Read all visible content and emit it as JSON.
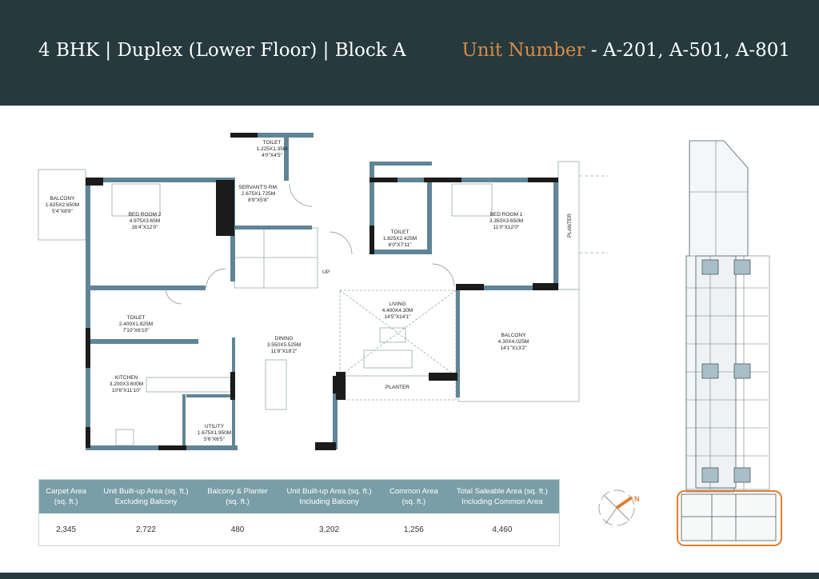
{
  "header": {
    "title": "4 BHK | Duplex (Lower Floor) | Block A",
    "unit_label": "Unit Number",
    "unit_values": " - A-201, A-501, A-801"
  },
  "colors": {
    "header_bg": "#25393e",
    "accent": "#d98a44",
    "wall": "#5f8597",
    "table_header": "#7a9ea8"
  },
  "rooms": [
    {
      "name": "BALCONY",
      "metric": "1.625X2.650M",
      "imperial": "5'4\"X8'8\""
    },
    {
      "name": "BED ROOM 2",
      "metric": "4.975X3.65M",
      "imperial": "16'4\"X12'0\""
    },
    {
      "name": "TOILET",
      "metric": "1.225X1.35M",
      "imperial": "4'0\"X4'5\""
    },
    {
      "name": "SERVANT'S RM.",
      "metric": "2.675X1.725M",
      "imperial": "8'9\"X5'8\""
    },
    {
      "name": "TOILET",
      "metric": "2.400X1.825M",
      "imperial": "7'10\"X6'10\""
    },
    {
      "name": "KITCHEN",
      "metric": "3.200X3.600M",
      "imperial": "10'6\"X11'10\""
    },
    {
      "name": "UTILITY",
      "metric": "1.675X1.950M",
      "imperial": "5'6\"X6'5\""
    },
    {
      "name": "DINING",
      "metric": "3.550X5.525M",
      "imperial": "11'8\"X18'2\""
    },
    {
      "name": "TOILET",
      "metric": "1.825X2.425M",
      "imperial": "6'0\"X7'11\""
    },
    {
      "name": "BED ROOM 1",
      "metric": "3.350X3.650M",
      "imperial": "11'0\"X12'0\""
    },
    {
      "name": "LIVING",
      "metric": "4.400X4.30M",
      "imperial": "14'5\"X14'1\""
    },
    {
      "name": "BALCONY",
      "metric": "4.30X4.025M",
      "imperial": "14'1\"X13'2\""
    }
  ],
  "labels": {
    "planter_right": "PLANTER",
    "planter_bottom": "PLANTER",
    "stairs_up": "UP",
    "compass_north": "N"
  },
  "table": {
    "headers": [
      {
        "line1": "Carpet Area",
        "line2": "(sq. ft.)"
      },
      {
        "line1": "Unit Built-up Area (sq. ft.)",
        "line2": "Excluding Balcony"
      },
      {
        "line1": "Balcony & Planter",
        "line2": "(sq. ft.)"
      },
      {
        "line1": "Unit Built-up Area (sq. ft.)",
        "line2": "Including Balcony"
      },
      {
        "line1": "Common Area",
        "line2": "(sq. ft.)"
      },
      {
        "line1": "Total Saleable Area (sq. ft.)",
        "line2": "Including Common Area"
      }
    ],
    "values": [
      "2,345",
      "2,722",
      "480",
      "3,202",
      "1,256",
      "4,460"
    ]
  }
}
